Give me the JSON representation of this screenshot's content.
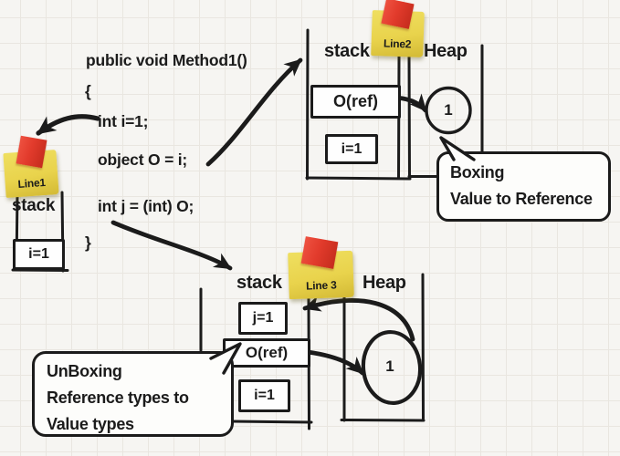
{
  "code": {
    "signature": "public void Method1()",
    "open_brace": "{",
    "line_i": "int i=1;",
    "line_o": "object O = i;",
    "line_j": "int j = (int) O;",
    "close_brace": "}"
  },
  "frame1": {
    "sticky": "Line1",
    "stack_label": "stack",
    "slot_i": "i=1"
  },
  "frame2": {
    "sticky": "Line2",
    "stack_label": "stack",
    "heap_label": "Heap",
    "slot_ref": "O(ref)",
    "slot_i": "i=1",
    "heap_value": "1"
  },
  "frame3": {
    "sticky": "Line 3",
    "stack_label": "stack",
    "heap_label": "Heap",
    "slot_j": "j=1",
    "slot_ref": "O(ref)",
    "slot_i": "i=1",
    "heap_value": "1"
  },
  "callout_boxing": {
    "line1": "Boxing",
    "line2": "Value to Reference"
  },
  "callout_unboxing": {
    "line1": "UnBoxing",
    "line2": "Reference types to",
    "line3": "Value types"
  },
  "colors": {
    "ink": "#1b1b1b",
    "paper": "#f6f5f2",
    "grid_line": "#e9e6e0",
    "sticky_yellow": "#e9d34c",
    "flag_red": "#e23b2c"
  }
}
